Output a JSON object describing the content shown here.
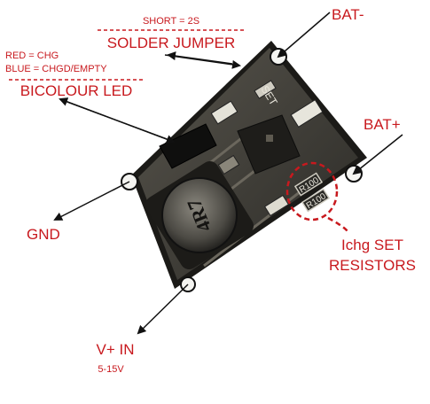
{
  "labels": {
    "short_2s": "SHORT = 2S",
    "solder_jumper": "SOLDER JUMPER",
    "red_chg": "RED = CHG",
    "blue_chgd": "BLUE = CHGD/EMPTY",
    "bicolour_led": "BICOLOUR LED",
    "bat_minus": "BAT-",
    "bat_plus": "BAT+",
    "gnd": "GND",
    "ichg_set": "Ichg SET",
    "resistors": "RESISTORS",
    "v_in": "V+ IN",
    "v_range": "5-15V"
  },
  "board_markings": {
    "inductor": "4R7",
    "set": "SET",
    "res1": "R100",
    "res2": "R100"
  },
  "colors": {
    "label_red": "#c8191e",
    "board": "#3a3833",
    "board_edge": "#1d1c19",
    "arrow": "#111111"
  }
}
